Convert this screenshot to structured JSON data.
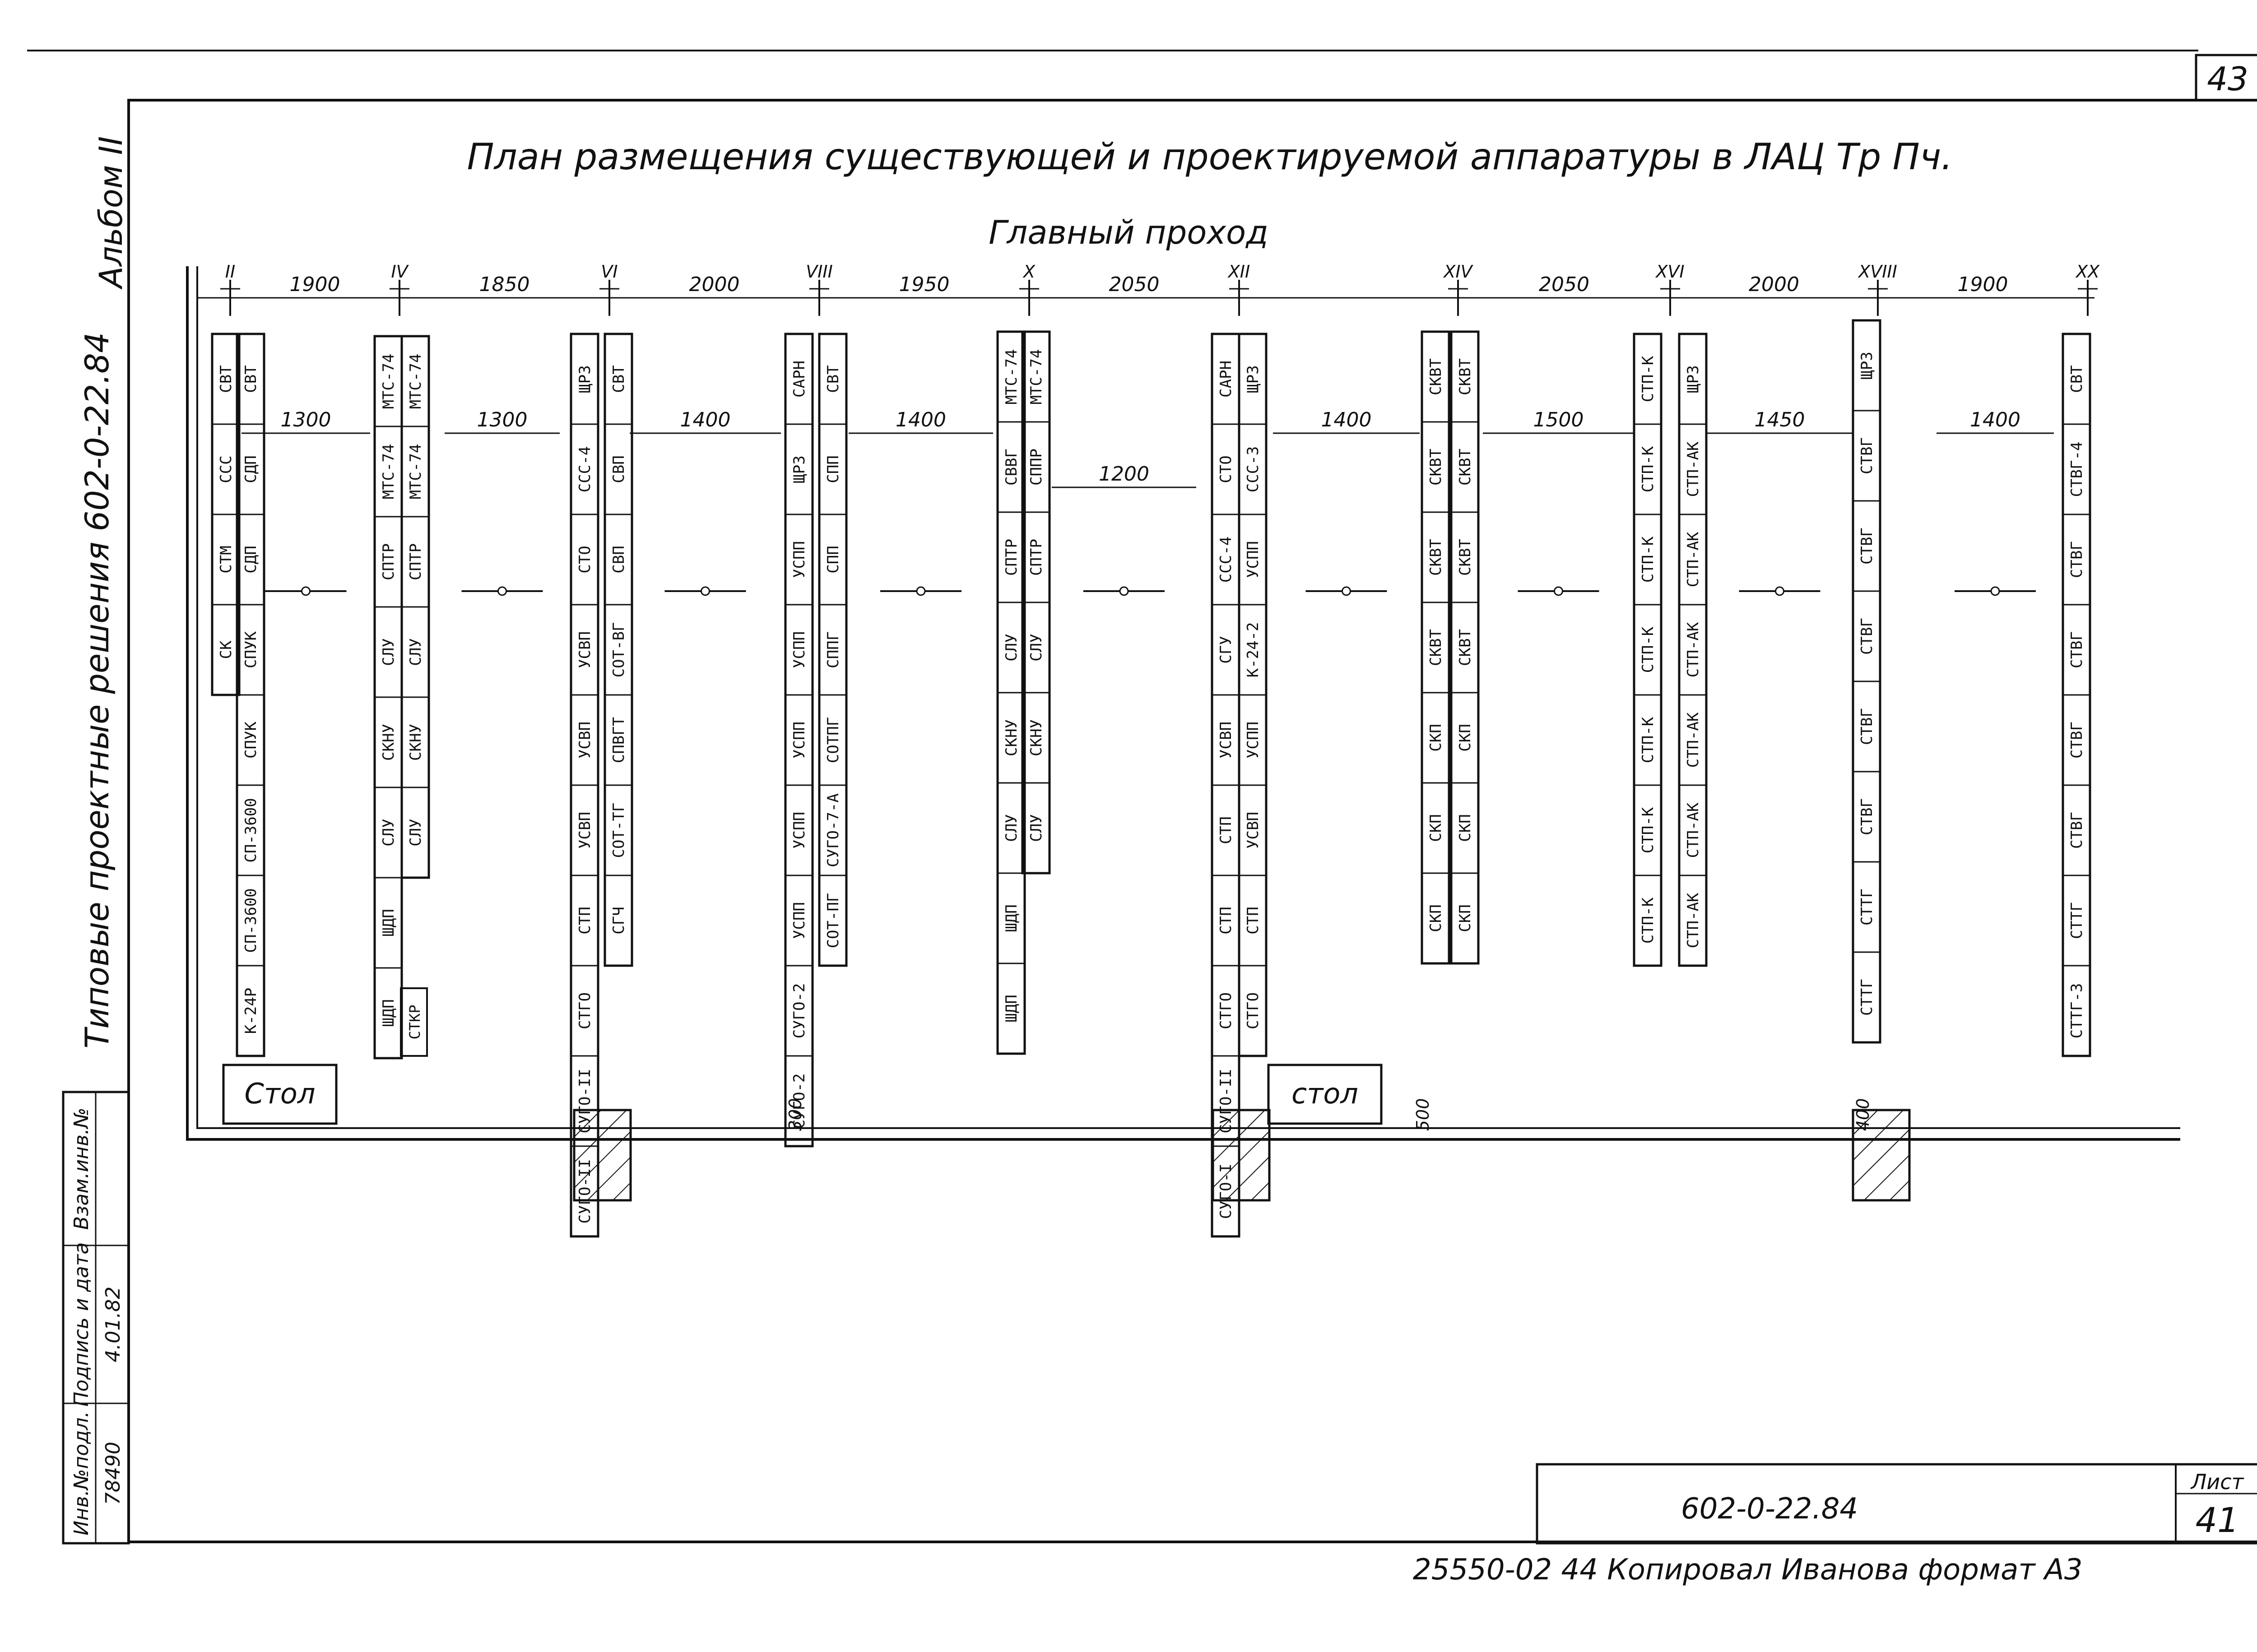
{
  "sheet": {
    "corner_number": "43",
    "title": "План размещения существующей и проектируемой аппаратуры в ЛАЦ Тр Пч.",
    "main_passage": "Главный проход",
    "side_album": "Альбом II",
    "side_series": "Типовые проектные решения 602-0-22.84",
    "stamp_code": "602-0-22.84",
    "stamp_list_label": "Лист",
    "stamp_list_number": "41",
    "footer": "25550-02  44  Копировал  Иванова  формат А3",
    "table_label": "Стол",
    "table_label_2": "стол",
    "wall_offset_1": "300",
    "wall_offset_2": "500",
    "wall_offset_3": "400",
    "stand_ref": "СТКР"
  },
  "side_table": {
    "headers": [
      "Инв.№подл.",
      "Подпись и дата",
      "Взам.инв.№"
    ],
    "values": [
      "78490",
      "4.01.82",
      ""
    ]
  },
  "rows": [
    {
      "id": "II",
      "dim": "1900"
    },
    {
      "id": "IV",
      "dim": "1850"
    },
    {
      "id": "VI",
      "dim": "2000"
    },
    {
      "id": "VIII",
      "dim": "1950"
    },
    {
      "id": "X",
      "dim": "2050"
    },
    {
      "id": "XII",
      "dim": ""
    },
    {
      "id": "XIV",
      "dim": "2050"
    },
    {
      "id": "XVI",
      "dim": "2000"
    },
    {
      "id": "XVIII",
      "dim": "1900"
    },
    {
      "id": "XX",
      "dim": ""
    }
  ],
  "aisles": [
    "1300",
    "1300",
    "1400",
    "1400",
    "1200",
    "1400",
    "1500",
    "1450",
    "1400"
  ],
  "columns": [
    {
      "labels": [
        "СВТ",
        "ССС",
        "СТМ",
        "СК"
      ]
    },
    {
      "labels": [
        "СВТ",
        "СДП",
        "СДП",
        "СПУК",
        "СПУК",
        "СП-3600",
        "СП-3600",
        "К-24Р"
      ]
    },
    {
      "labels": [
        "МТС-74",
        "МТС-74",
        "СПТР",
        "СЛУ",
        "СКНУ",
        "СЛУ",
        "ШДП",
        "ШДП"
      ]
    },
    {
      "labels": [
        "МТС-74",
        "МТС-74",
        "СПТР",
        "СЛУ",
        "СКНУ",
        "СЛУ"
      ]
    },
    {
      "labels": [
        "ЩРЗ",
        "ССС-4",
        "СТО",
        "УСВП",
        "УСВП",
        "УСВП",
        "СТП",
        "СТГО",
        "СУГО-II",
        "СУГО-II"
      ]
    },
    {
      "labels": [
        "СВТ",
        "СВП",
        "СВП",
        "СОТ-ВГ",
        "СПВГТ",
        "СОТ-ТГ",
        "СГЧ"
      ]
    },
    {
      "labels": [
        "САРН",
        "ЩРЗ",
        "УСПП",
        "УСПП",
        "УСПП",
        "УСПП",
        "УСПП",
        "СУГО-2",
        "СУГО-2"
      ]
    },
    {
      "labels": [
        "СВТ",
        "СПП",
        "СПП",
        "СППГ",
        "СОТПГ",
        "СУГО-7-А",
        "СОТ-ПГ"
      ]
    },
    {
      "labels": [
        "МТС-74",
        "СВВГ",
        "СПТР",
        "СЛУ",
        "СКНУ",
        "СЛУ",
        "ШДП",
        "ШДП"
      ]
    },
    {
      "labels": [
        "МТС-74",
        "СППР",
        "СПТР",
        "СЛУ",
        "СКНУ",
        "СЛУ"
      ]
    },
    {
      "labels": [
        "САРН",
        "СТО",
        "ССС-4",
        "СГУ",
        "УСВП",
        "СТП",
        "СТП",
        "СТГО",
        "СУГО-II",
        "СУГО-I"
      ]
    },
    {
      "labels": [
        "ЩРЗ",
        "ССС-3",
        "УСПП",
        "К-24-2",
        "УСПП",
        "УСВП",
        "СТП",
        "СТГО"
      ]
    },
    {
      "labels": [
        "СКВТ",
        "СКВТ",
        "СКВТ",
        "СКВТ",
        "СКП",
        "СКП",
        "СКП"
      ]
    },
    {
      "labels": [
        "СКВТ",
        "СКВТ",
        "СКВТ",
        "СКВТ",
        "СКП",
        "СКП",
        "СКП"
      ]
    },
    {
      "labels": [
        "СТП-К",
        "СТП-К",
        "СТП-К",
        "СТП-К",
        "СТП-К",
        "СТП-К",
        "СТП-К"
      ]
    },
    {
      "labels": [
        "ЩРЗ",
        "СТП-АК",
        "СТП-АК",
        "СТП-АК",
        "СТП-АК",
        "СТП-АК",
        "СТП-АК"
      ]
    },
    {
      "labels": [
        "ЩРЗ",
        "СТВГ",
        "СТВГ",
        "СТВГ",
        "СТВГ",
        "СТВГ",
        "СТТГ",
        "СТТГ"
      ]
    },
    {
      "labels": [
        "СВТ",
        "СТВГ-4",
        "СТВГ",
        "СТВГ",
        "СТВГ",
        "СТВГ",
        "СТТГ",
        "СТТГ-3"
      ]
    }
  ]
}
